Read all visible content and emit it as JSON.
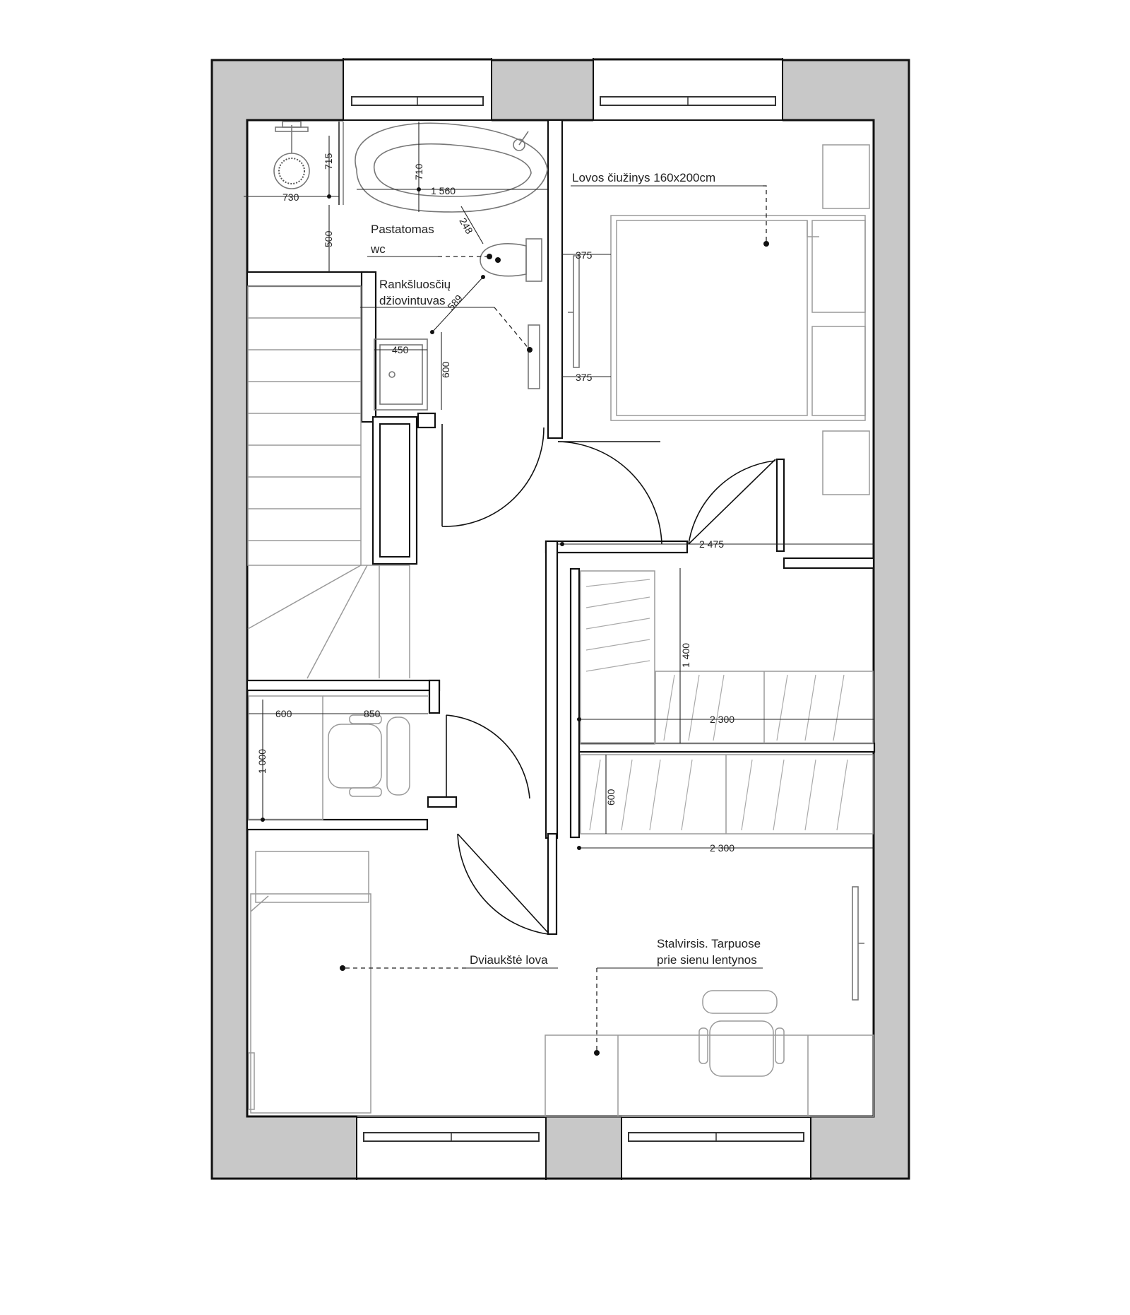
{
  "labels": {
    "bed_mattress": "Lovos čiužinys 160x200cm",
    "built_in_wc_1": "Pastatomas",
    "built_in_wc_2": "wc",
    "towel_dryer_1": "Rankšluosčių",
    "towel_dryer_2": "džiovintuvas",
    "bunk_bed": "Dviaukštė lova",
    "desk_1": "Stalvirsis. Tarpuose",
    "desk_2": "prie sienu lentynos"
  },
  "dimensions": {
    "d730": "730",
    "d715": "715",
    "d710": "710",
    "d1560": "1 560",
    "d248": "248",
    "d500": "500",
    "d589": "589",
    "d450": "450",
    "d600_sink": "600",
    "d375_top": "375",
    "d375_bottom": "375",
    "d2475": "2 475",
    "d1400": "1 400",
    "d2300_a": "2 300",
    "d600_wardrobe": "600",
    "d2300_b": "2 300",
    "d600_study": "600",
    "d850": "850",
    "d1000": "1 000"
  }
}
